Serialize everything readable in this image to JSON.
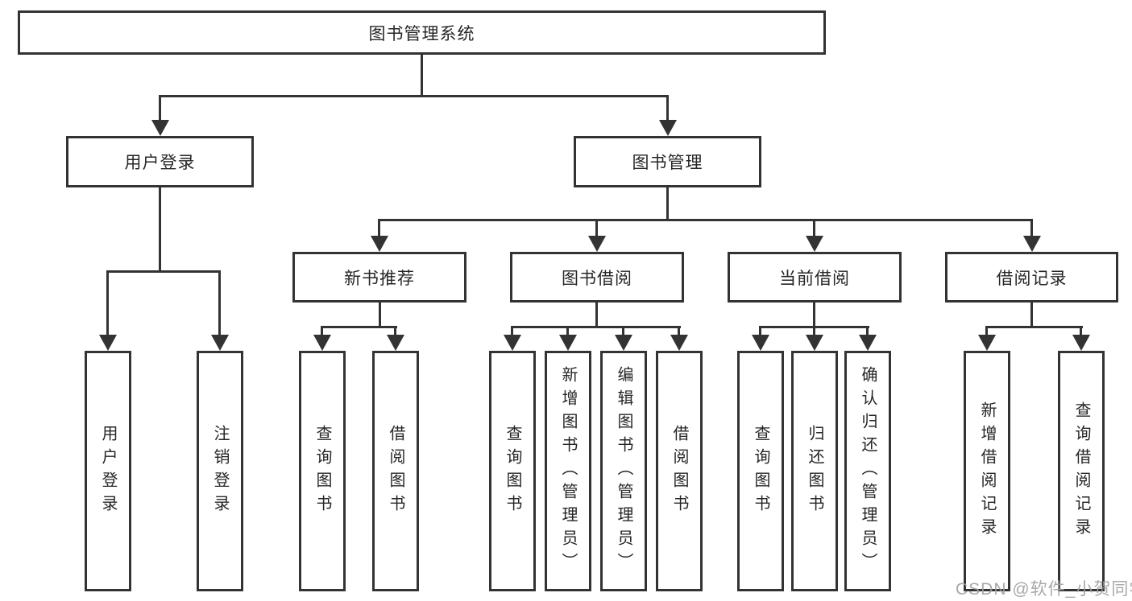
{
  "diagram": {
    "root": {
      "label": "图书管理系统"
    },
    "level2": [
      {
        "label": "用户登录"
      },
      {
        "label": "图书管理"
      }
    ],
    "level3": [
      {
        "label": "新书推荐"
      },
      {
        "label": "图书借阅"
      },
      {
        "label": "当前借阅"
      },
      {
        "label": "借阅记录"
      }
    ],
    "leaves": [
      {
        "label": "用户登录"
      },
      {
        "label": "注销登录"
      },
      {
        "label": "查询图书"
      },
      {
        "label": "借阅图书"
      },
      {
        "label": "查询图书"
      },
      {
        "label": "新增图书（管理员）"
      },
      {
        "label": "编辑图书（管理员）"
      },
      {
        "label": "借阅图书"
      },
      {
        "label": "查询图书"
      },
      {
        "label": "归还图书"
      },
      {
        "label": "确认归还（管理员）"
      },
      {
        "label": "新增借阅记录"
      },
      {
        "label": "查询借阅记录"
      }
    ],
    "hierarchy": {
      "图书管理系统": [
        "用户登录",
        "图书管理"
      ],
      "用户登录": [
        "用户登录",
        "注销登录"
      ],
      "图书管理": [
        "新书推荐",
        "图书借阅",
        "当前借阅",
        "借阅记录"
      ],
      "新书推荐": [
        "查询图书",
        "借阅图书"
      ],
      "图书借阅": [
        "查询图书",
        "新增图书（管理员）",
        "编辑图书（管理员）",
        "借阅图书"
      ],
      "当前借阅": [
        "查询图书",
        "归还图书",
        "确认归还（管理员）"
      ],
      "借阅记录": [
        "新增借阅记录",
        "查询借阅记录"
      ]
    },
    "colors": {
      "line": "#333333",
      "text": "#262626",
      "background": "#ffffff",
      "watermark": "#a0a0a0"
    }
  },
  "watermark": {
    "text": "CSDN @软件_小贺同学"
  }
}
